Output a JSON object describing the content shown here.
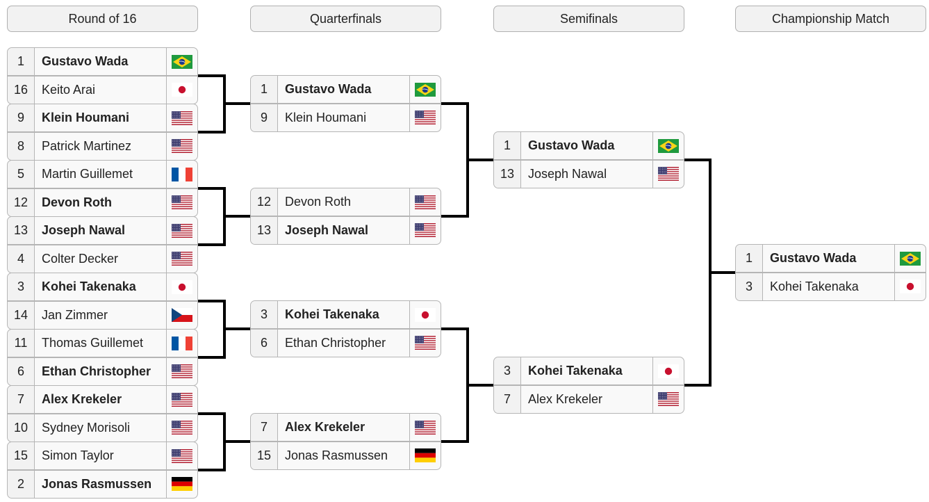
{
  "rounds": [
    "Round of 16",
    "Quarterfinals",
    "Semifinals",
    "Championship Match"
  ],
  "round_of_16": [
    {
      "seed": "1",
      "name": "Gustavo Wada",
      "flag": "brazil-flag",
      "winner": true
    },
    {
      "seed": "16",
      "name": "Keito Arai",
      "flag": "japan-flag",
      "winner": false
    },
    {
      "seed": "9",
      "name": "Klein Houmani",
      "flag": "usa-flag",
      "winner": true
    },
    {
      "seed": "8",
      "name": "Patrick Martinez",
      "flag": "usa-flag",
      "winner": false
    },
    {
      "seed": "5",
      "name": "Martin Guillemet",
      "flag": "france-flag",
      "winner": false
    },
    {
      "seed": "12",
      "name": "Devon Roth",
      "flag": "usa-flag",
      "winner": true
    },
    {
      "seed": "13",
      "name": "Joseph Nawal",
      "flag": "usa-flag",
      "winner": true
    },
    {
      "seed": "4",
      "name": "Colter Decker",
      "flag": "usa-flag",
      "winner": false
    },
    {
      "seed": "3",
      "name": "Kohei Takenaka",
      "flag": "japan-flag",
      "winner": true
    },
    {
      "seed": "14",
      "name": "Jan Zimmer",
      "flag": "czech-republic-flag",
      "winner": false
    },
    {
      "seed": "11",
      "name": "Thomas Guillemet",
      "flag": "france-flag",
      "winner": false
    },
    {
      "seed": "6",
      "name": "Ethan Christopher",
      "flag": "usa-flag",
      "winner": true
    },
    {
      "seed": "7",
      "name": "Alex Krekeler",
      "flag": "usa-flag",
      "winner": true
    },
    {
      "seed": "10",
      "name": "Sydney Morisoli",
      "flag": "usa-flag",
      "winner": false
    },
    {
      "seed": "15",
      "name": "Simon Taylor",
      "flag": "usa-flag",
      "winner": false
    },
    {
      "seed": "2",
      "name": "Jonas Rasmussen",
      "flag": "germany-flag",
      "winner": true
    }
  ],
  "quarterfinals": [
    {
      "seed": "1",
      "name": "Gustavo Wada",
      "flag": "brazil-flag",
      "winner": true
    },
    {
      "seed": "9",
      "name": "Klein Houmani",
      "flag": "usa-flag",
      "winner": false
    },
    {
      "seed": "12",
      "name": "Devon Roth",
      "flag": "usa-flag",
      "winner": false
    },
    {
      "seed": "13",
      "name": "Joseph Nawal",
      "flag": "usa-flag",
      "winner": true
    },
    {
      "seed": "3",
      "name": "Kohei Takenaka",
      "flag": "japan-flag",
      "winner": true
    },
    {
      "seed": "6",
      "name": "Ethan Christopher",
      "flag": "usa-flag",
      "winner": false
    },
    {
      "seed": "7",
      "name": "Alex Krekeler",
      "flag": "usa-flag",
      "winner": true
    },
    {
      "seed": "15",
      "name": "Jonas Rasmussen",
      "flag": "germany-flag",
      "winner": false
    }
  ],
  "semifinals": [
    {
      "seed": "1",
      "name": "Gustavo Wada",
      "flag": "brazil-flag",
      "winner": true
    },
    {
      "seed": "13",
      "name": "Joseph Nawal",
      "flag": "usa-flag",
      "winner": false
    },
    {
      "seed": "3",
      "name": "Kohei Takenaka",
      "flag": "japan-flag",
      "winner": true
    },
    {
      "seed": "7",
      "name": "Alex Krekeler",
      "flag": "usa-flag",
      "winner": false
    }
  ],
  "championship": [
    {
      "seed": "1",
      "name": "Gustavo Wada",
      "flag": "brazil-flag",
      "winner": true
    },
    {
      "seed": "3",
      "name": "Kohei Takenaka",
      "flag": "japan-flag",
      "winner": false
    }
  ]
}
